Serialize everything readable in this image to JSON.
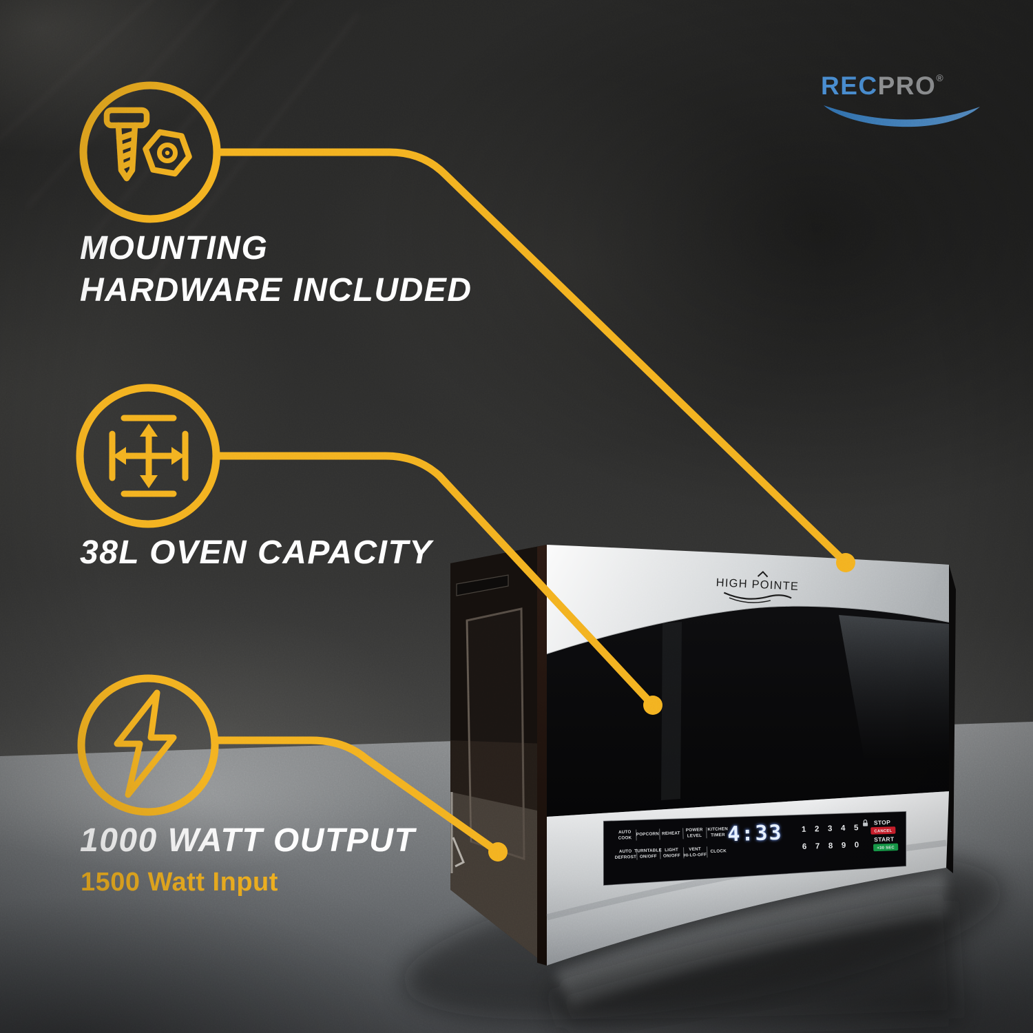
{
  "brand_logo": {
    "part1": "REC",
    "part2": "PRO",
    "registered": "®"
  },
  "callouts": [
    {
      "icon": "screw-and-nut-icon",
      "title_lines": [
        "MOUNTING",
        "HARDWARE INCLUDED"
      ]
    },
    {
      "icon": "dimensions-arrows-icon",
      "title_lines": [
        "38L OVEN CAPACITY"
      ]
    },
    {
      "icon": "lightning-bolt-icon",
      "title_lines": [
        "1000 WATT OUTPUT"
      ],
      "subtitle": "1500 Watt Input"
    }
  ],
  "microwave": {
    "brand": "HIGH POINTE",
    "display_time": "4:33",
    "control_panel": {
      "row1": [
        [
          "AUTO",
          "COOK"
        ],
        [
          "POPCORN",
          ""
        ],
        [
          "REHEAT",
          ""
        ],
        [
          "POWER",
          "LEVEL"
        ],
        [
          "KITCHEN",
          "TIMER"
        ]
      ],
      "row2": [
        [
          "AUTO",
          "DEFROST"
        ],
        [
          "TURNTABLE",
          "ON/OFF"
        ],
        [
          "LIGHT",
          "ON/OFF"
        ],
        [
          "VENT",
          "HI-LO-OFF"
        ],
        [
          "CLOCK",
          ""
        ]
      ],
      "keys_row1": [
        "1",
        "2",
        "3",
        "4",
        "5"
      ],
      "keys_row2": [
        "6",
        "7",
        "8",
        "9",
        "0"
      ],
      "stop_label": "STOP",
      "stop_badge": "CANCEL",
      "start_label": "START",
      "start_badge": "+30 SEC"
    }
  },
  "colors": {
    "accent_yellow": "#F3B120",
    "heading_white": "#FDFDFD",
    "logo_blue": "#4A90D8",
    "logo_gray": "#96989A",
    "stop_red": "#D41F2C",
    "start_green": "#16A04A",
    "display_glow": "#E6F0FF"
  }
}
